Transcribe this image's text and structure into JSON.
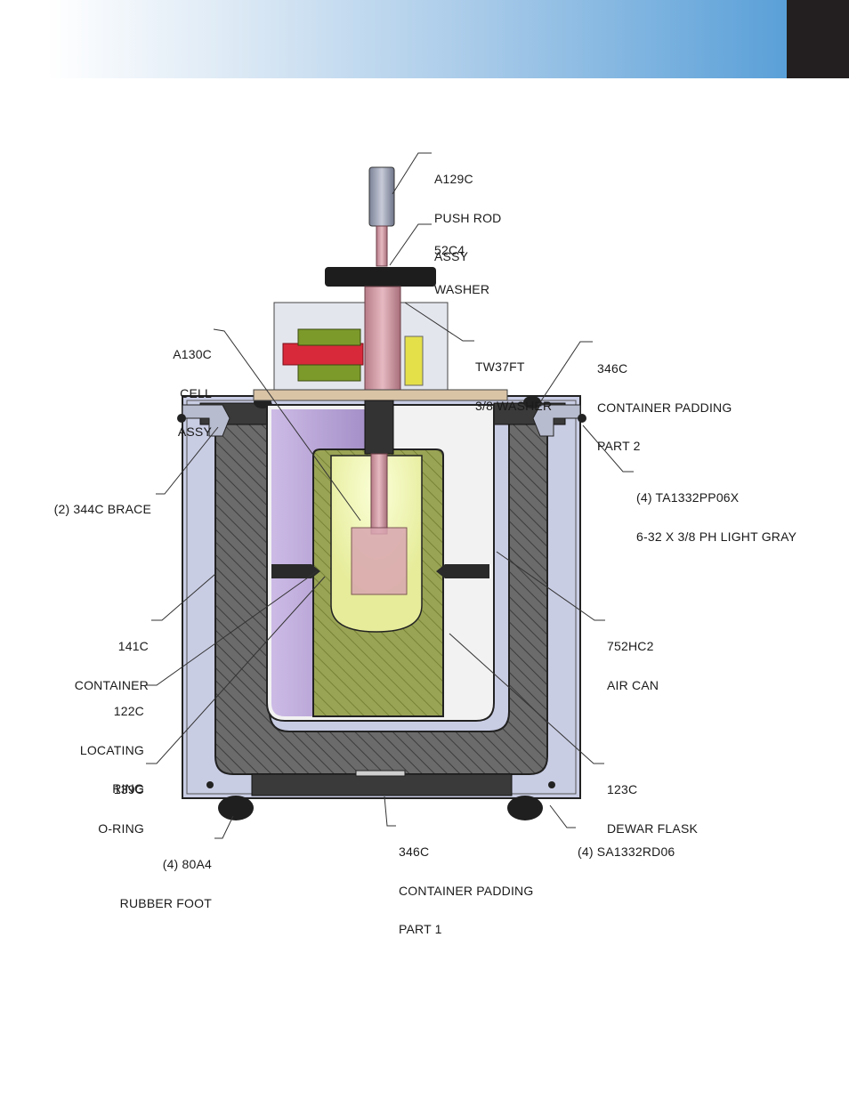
{
  "header": {
    "accent": "#5aa0d8",
    "block_color": "#231f20"
  },
  "colors": {
    "container_fill": "#c9cde4",
    "padding_hatch": "#5a5a5a",
    "cell_purple": "#b9a6d6",
    "dewar_white": "#f2f2f2",
    "locating_ring_olive": "#8f9a4a",
    "push_rod_rose": "#c98f9a",
    "cell_red": "#d8293a",
    "cell_green": "#7c9a2a"
  },
  "callouts": {
    "push_rod": [
      "A129C",
      "PUSH ROD",
      "ASSY"
    ],
    "washer": [
      "52C4",
      "WASHER"
    ],
    "cell": [
      "A130C",
      "CELL",
      "ASSY"
    ],
    "tw_washer": [
      "TW37FT",
      "3/8 WASHER"
    ],
    "padding2": [
      "346C",
      "CONTAINER PADDING",
      "PART 2"
    ],
    "brace": [
      "(2) 344C BRACE"
    ],
    "screw": [
      "(4) TA1332PP06X",
      "6-32 X 3/8 PH LIGHT GRAY"
    ],
    "container": [
      "141C",
      "CONTAINER"
    ],
    "air_can": [
      "752HC2",
      "AIR CAN"
    ],
    "locating_ring": [
      "122C",
      "LOCATING",
      "RING"
    ],
    "oring": [
      "139C",
      "O-RING"
    ],
    "dewar": [
      "123C",
      "DEWAR FLASK"
    ],
    "foot": [
      "(4) 80A4",
      "RUBBER FOOT"
    ],
    "padding1": [
      "346C",
      "CONTAINER PADDING",
      "PART 1"
    ],
    "rivet": [
      "(4) SA1332RD06"
    ]
  }
}
